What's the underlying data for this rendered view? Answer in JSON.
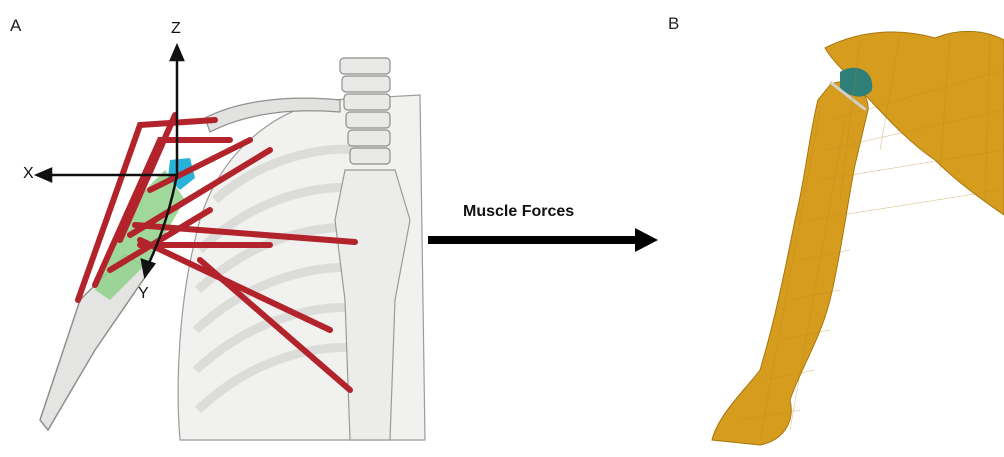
{
  "panels": {
    "a": {
      "letter": "A"
    },
    "b": {
      "letter": "B"
    }
  },
  "axes": {
    "z": "Z",
    "x": "X",
    "y": "Y"
  },
  "arrow": {
    "label": "Muscle Forces"
  },
  "colors": {
    "bone_gray": "#e6e6e4",
    "bone_outline": "#9a9a98",
    "muscle_red": "#b3232b",
    "scapula_green": "#8fd18a",
    "humeral_head_blue": "#2ab3d8",
    "mesh_gold": "#d69c1e",
    "mesh_line": "#a8760e",
    "cartilage_teal": "#2e7f78"
  }
}
